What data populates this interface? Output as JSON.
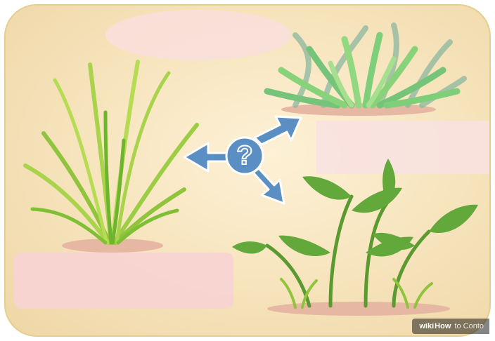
{
  "watermark": {
    "wiki": "wiki",
    "how": "How",
    "rest": "to Conto"
  },
  "colors": {
    "background": "#f6e3bb",
    "border": "#e3cf8e",
    "arrow": "#5b8fc4",
    "grass_light": "#a8d34a",
    "grass_dark": "#6fb42f",
    "bush": "#7fcf7a",
    "leaf": "#5fa03a",
    "soil": "#e7b9a4",
    "blank_box": "#f7d3d3"
  },
  "icons": [
    "question-mark-icon",
    "arrow-left-icon",
    "arrow-up-right-icon",
    "arrow-down-right-icon"
  ]
}
